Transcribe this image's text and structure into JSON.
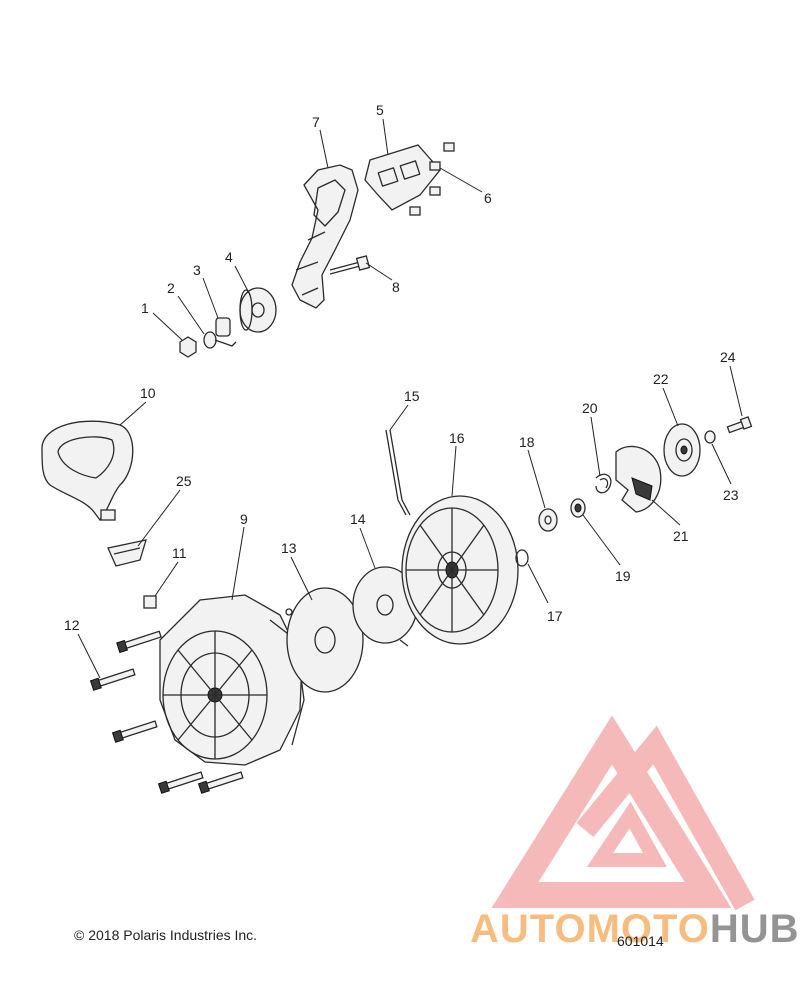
{
  "diagram": {
    "callouts": [
      "1",
      "2",
      "3",
      "4",
      "5",
      "6",
      "7",
      "8",
      "9",
      "10",
      "11",
      "12",
      "13",
      "14",
      "15",
      "16",
      "17",
      "18",
      "19",
      "20",
      "21",
      "22",
      "23",
      "24",
      "25"
    ],
    "copyright": "© 2018 Polaris Industries Inc.",
    "figure_number": "601014",
    "watermark": {
      "part1": "AUTOMOTO",
      "part2": "HUB"
    },
    "colors": {
      "line": "#2a2a2a",
      "watermark_red": "#f08080",
      "watermark_orange": "#f6b26b",
      "watermark_gray": "#7a7a7a"
    }
  }
}
